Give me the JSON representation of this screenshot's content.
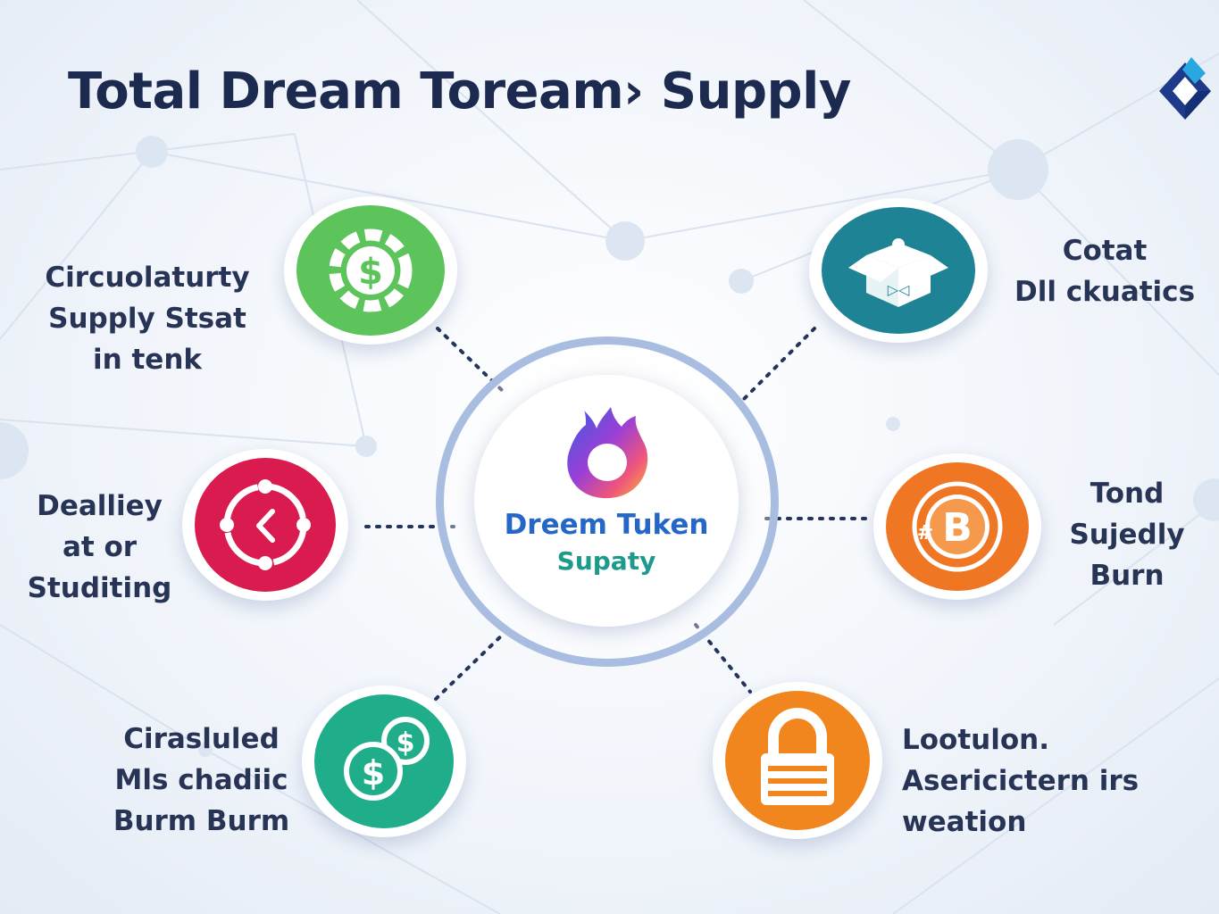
{
  "title": "Total Dream Toream› Supply",
  "colors": {
    "title": "#1b2a4e",
    "label_text": "#273455",
    "green": "#5cc45a",
    "teal": "#1f8396",
    "red": "#d91b4f",
    "orange": "#ef7622",
    "emerald": "#1fad8a",
    "lock_orange": "#f2861e",
    "hub_blue": "#2567c7",
    "hub_teal": "#1c9a8c",
    "ring": "#a9bde0"
  },
  "center": {
    "line1": "Dreem Tuken",
    "line2": "Supaty",
    "icon": "flame-ring-icon"
  },
  "nodes": {
    "top_left": {
      "icon": "dollar-coin-icon",
      "lines": [
        "Circuolaturty",
        "Supply Stsat",
        "in tenk"
      ]
    },
    "top_right": {
      "icon": "open-box-icon",
      "lines": [
        "Cotat",
        "Dll ckuatics"
      ]
    },
    "mid_left": {
      "icon": "circular-arrow-icon",
      "lines": [
        "Dealliey",
        "at or",
        "Studiting"
      ]
    },
    "mid_right": {
      "icon": "bitcoin-coin-icon",
      "lines": [
        "Tond",
        "Sujedly",
        "Burn"
      ]
    },
    "bottom_left": {
      "icon": "dollar-coins-icon",
      "lines": [
        "Cirasluled",
        "Mls chadiic",
        "Burm Burm"
      ]
    },
    "bottom_right": {
      "icon": "padlock-icon",
      "lines": [
        "Lootulon.",
        "Asericictern irs",
        "weation"
      ]
    }
  },
  "logo_icon": "diamond-logo-icon"
}
